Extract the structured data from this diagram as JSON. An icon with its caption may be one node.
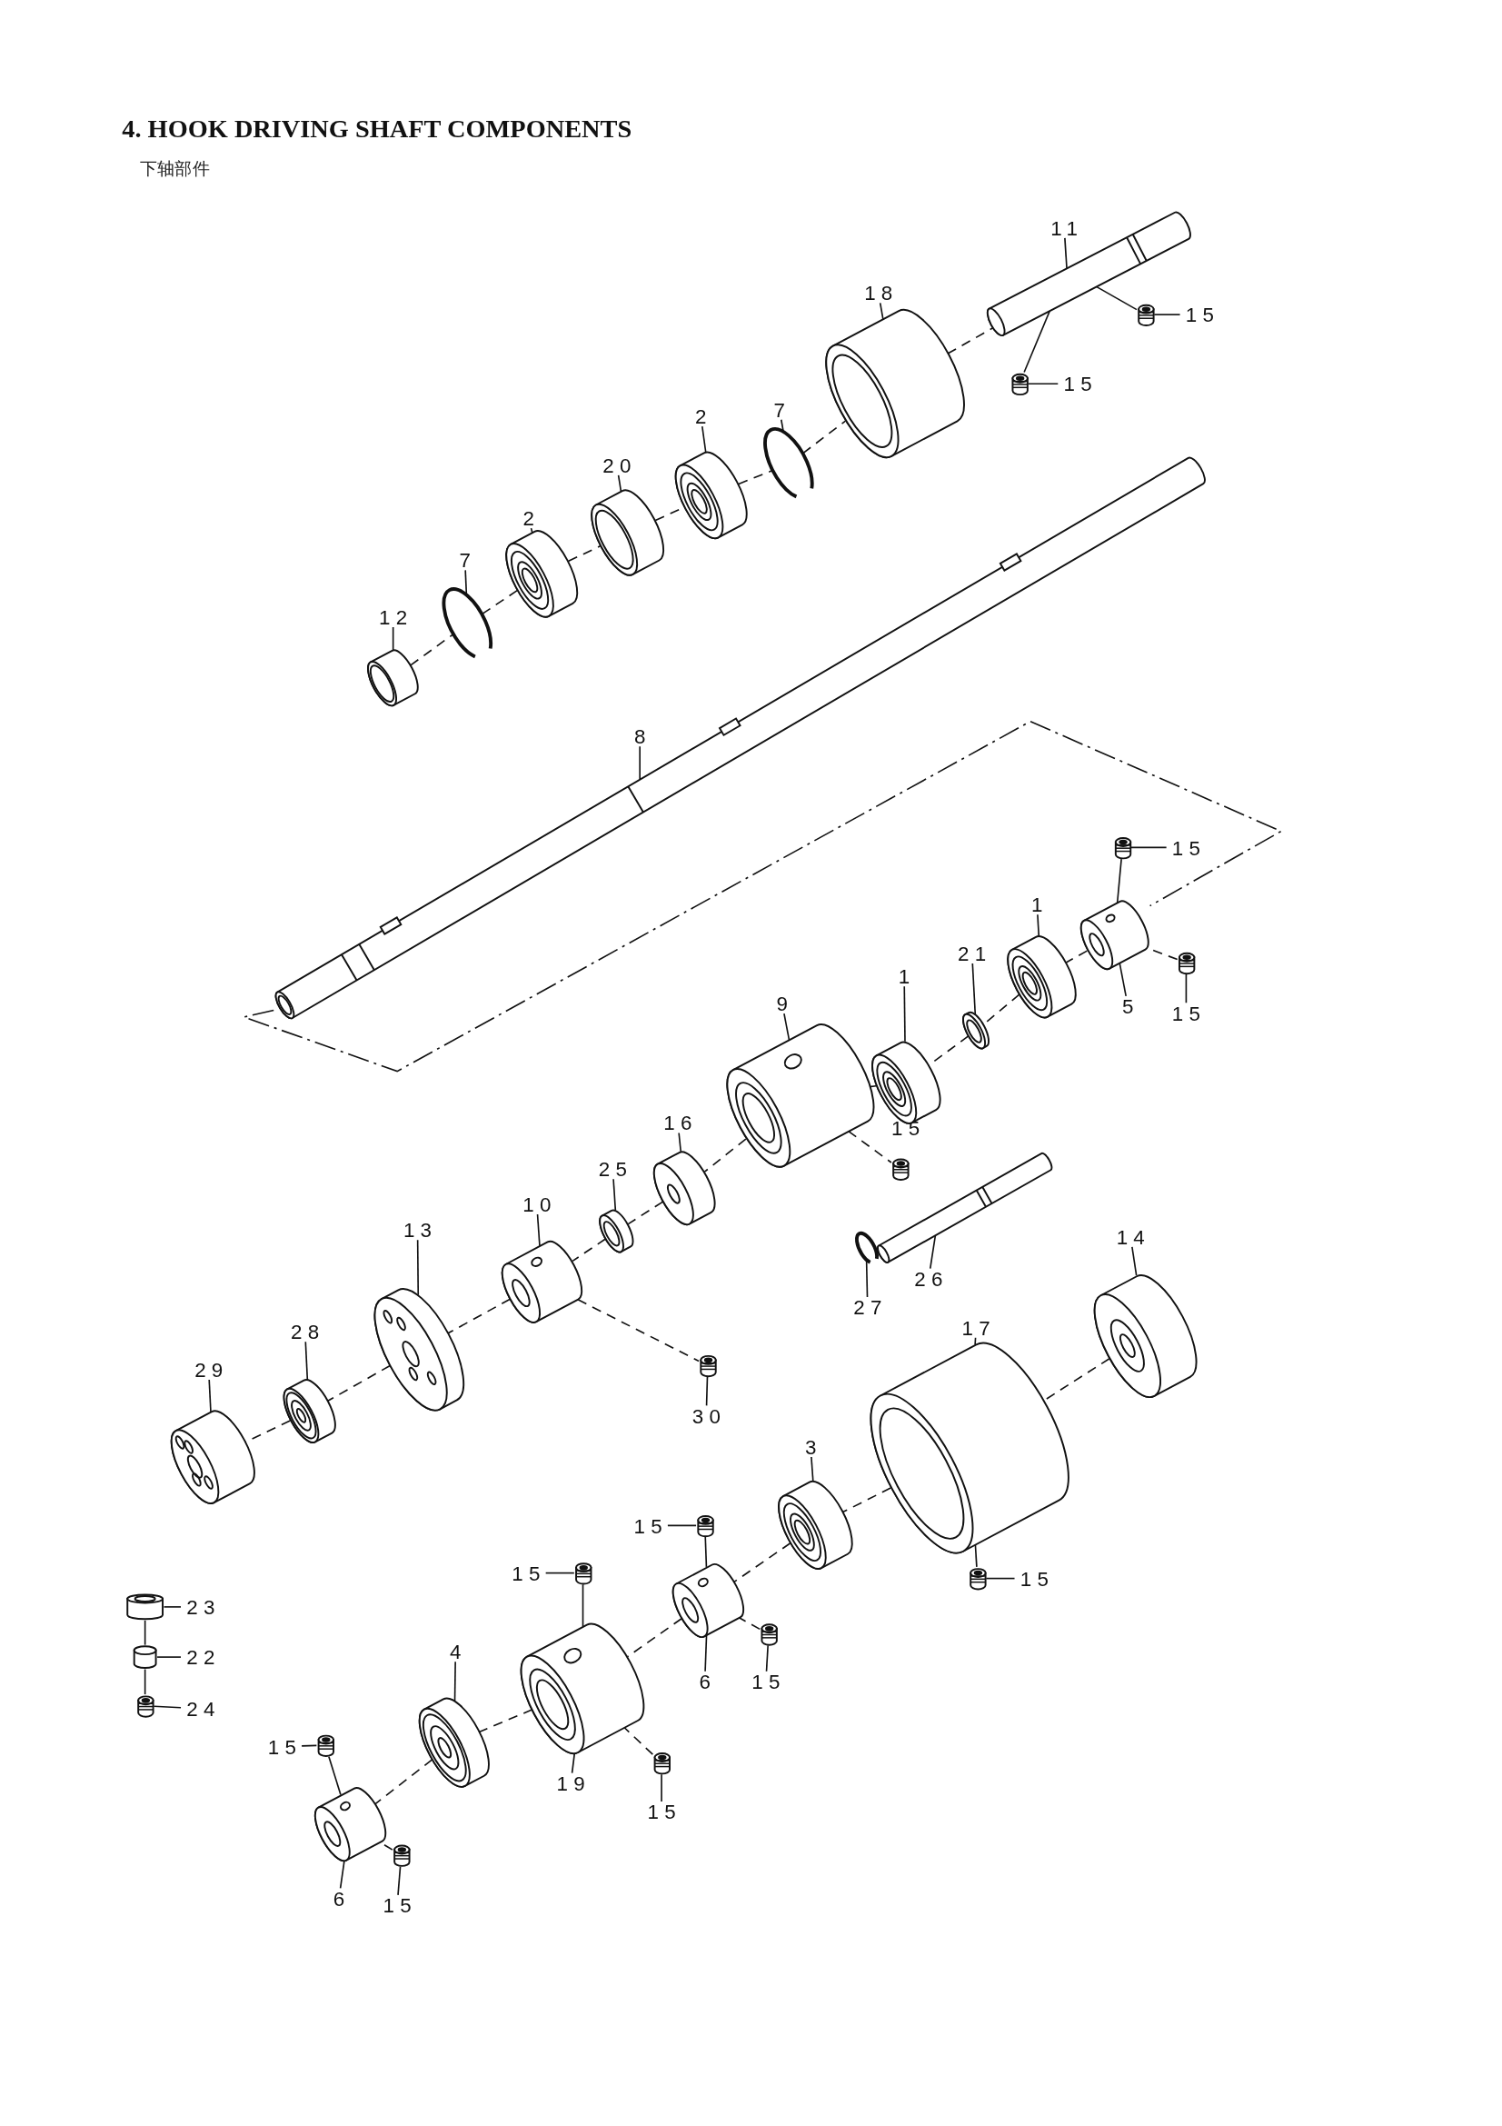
{
  "diagram": {
    "title": "4. HOOK DRIVING SHAFT COMPONENTS",
    "nodes": [
      {
        "text": [
          "11"
        ]
      },
      {
        "text": [],
        "shape": "picture"
      },
      {
        "text": [
          "15"
        ]
      },
      {
        "text": [],
        "shape": "picture"
      },
      {
        "text": [
          "18"
        ]
      },
      {
        "text": [],
        "shape": "picture"
      },
      {
        "text": [
          "15"
        ]
      },
      {
        "text": [],
        "shape": "picture"
      },
      {
        "text": [
          "7"
        ]
      },
      {
        "text": [],
        "shape": "picture"
      },
      {
        "text": [
          "2"
        ]
      },
      {
        "text": [],
        "shape": "picture"
      },
      {
        "text": [
          "20"
        ]
      },
      {
        "text": [],
        "shape": "picture"
      },
      {
        "text": [
          "2"
        ]
      },
      {
        "text": [],
        "shape": "picture"
      },
      {
        "text": [
          "7"
        ]
      },
      {
        "text": [],
        "shape": "picture"
      },
      {
        "text": [
          "12"
        ]
      },
      {
        "text": [],
        "shape": "picture"
      },
      {
        "text": [
          "8"
        ]
      },
      {
        "text": [],
        "shape": "picture"
      },
      {
        "text": [
          "15"
        ]
      },
      {
        "text": [],
        "shape": "picture"
      },
      {
        "text": [
          "1"
        ]
      },
      {
        "text": [],
        "shape": "picture"
      },
      {
        "text": [
          "21"
        ]
      },
      {
        "text": [],
        "shape": "picture"
      },
      {
        "text": [
          "1"
        ]
      },
      {
        "text": [],
        "shape": "picture"
      },
      {
        "text": [
          "5"
        ]
      },
      {
        "text": [],
        "shape": "picture"
      },
      {
        "text": [
          "15"
        ]
      },
      {
        "text": [],
        "shape": "picture"
      },
      {
        "text": [
          "9"
        ]
      },
      {
        "text": [],
        "shape": "picture"
      },
      {
        "text": [
          "16"
        ]
      },
      {
        "text": [],
        "shape": "picture"
      },
      {
        "text": [
          "25"
        ]
      },
      {
        "text": [],
        "shape": "picture"
      },
      {
        "text": [
          "10"
        ]
      },
      {
        "text": [],
        "shape": "picture"
      },
      {
        "text": [
          "30"
        ]
      },
      {
        "text": [],
        "shape": "picture"
      },
      {
        "text": [
          "13"
        ]
      },
      {
        "text": [],
        "shape": "picture"
      },
      {
        "text": [
          "28"
        ]
      },
      {
        "text": [],
        "shape": "picture"
      },
      {
        "text": [
          "29"
        ]
      },
      {
        "text": [],
        "shape": "picture"
      },
      {
        "text": [
          "27"
        ]
      },
      {
        "text": [],
        "shape": "picture"
      },
      {
        "text": [
          "26"
        ]
      },
      {
        "text": [],
        "shape": "picture"
      },
      {
        "text": [
          "14"
        ]
      },
      {
        "text": [],
        "shape": "picture"
      },
      {
        "text": [
          "17"
        ]
      },
      {
        "text": [],
        "shape": "picture"
      },
      {
        "text": [
          "3"
        ]
      },
      {
        "text": [],
        "shape": "picture"
      },
      {
        "text": [
          "15"
        ]
      },
      {
        "text": [],
        "shape": "picture"
      },
      {
        "text": [
          "15"
        ]
      },
      {
        "text": [],
        "shape": "picture"
      },
      {
        "text": [
          "6"
        ]
      },
      {
        "text": [],
        "shape": "picture"
      },
      {
        "text": [
          "15"
        ]
      },
      {
        "text": [],
        "shape": "picture"
      },
      {
        "text": [
          "15"
        ]
      },
      {
        "text": [],
        "shape": "picture"
      },
      {
        "text": [
          "4"
        ]
      },
      {
        "text": [],
        "shape": "picture"
      },
      {
        "text": [
          "19"
        ]
      },
      {
        "text": [],
        "shape": "picture"
      },
      {
        "text": [
          "15"
        ]
      },
      {
        "text": [],
        "shape": "picture"
      },
      {
        "text": [
          "23"
        ]
      },
      {
        "text": [],
        "shape": "cylinder"
      },
      {
        "text": [
          "22"
        ]
      },
      {
        "text": [],
        "shape": "cylinder"
      },
      {
        "text": [
          "24"
        ]
      },
      {
        "text": [],
        "shape": "picture"
      },
      {
        "text": [
          "15"
        ]
      },
      {
        "text": [],
        "shape": "picture"
      },
      {
        "text": [
          "6"
        ]
      },
      {
        "text": [],
        "shape": "picture"
      },
      {
        "text": [
          "15"
        ]
      },
      {
        "text": [],
        "shape": "picture"
      },
      {
        "text": [],
        "shape": "picture"
      }
    ],
    "edges": [
      {
        "from": 0,
        "to": 1,
        "arrow": "none"
      },
      {
        "from": 2,
        "to": 3,
        "arrow": "none"
      },
      {
        "from": 4,
        "to": 5,
        "arrow": "none"
      },
      {
        "from": 6,
        "to": 7,
        "arrow": "none"
      },
      {
        "from": 8,
        "to": 9,
        "arrow": "none"
      },
      {
        "from": 10,
        "to": 11,
        "arrow": "none"
      },
      {
        "from": 12,
        "to": 13,
        "arrow": "none"
      },
      {
        "from": 14,
        "to": 15,
        "arrow": "none"
      },
      {
        "from": 16,
        "to": 17,
        "arrow": "none"
      },
      {
        "from": 18,
        "to": 19,
        "arrow": "none"
      },
      {
        "from": 20,
        "to": 21,
        "arrow": "none"
      },
      {
        "from": 22,
        "to": 23,
        "arrow": "none"
      },
      {
        "from": 24,
        "to": 25,
        "arrow": "none"
      },
      {
        "from": 26,
        "to": 27,
        "arrow": "none"
      },
      {
        "from": 28,
        "to": 29,
        "arrow": "none"
      },
      {
        "from": 30,
        "to": 31,
        "arrow": "none"
      },
      {
        "from": 32,
        "to": 33,
        "arrow": "none"
      },
      {
        "from": 34,
        "to": 35,
        "arrow": "none"
      },
      {
        "from": 36,
        "to": 37,
        "arrow": "none"
      },
      {
        "from": 38,
        "to": 39,
        "arrow": "none"
      },
      {
        "from": 40,
        "to": 41,
        "arrow": "none"
      },
      {
        "from": 42,
        "to": 43,
        "arrow": "none"
      },
      {
        "from": 44,
        "to": 45,
        "arrow": "none"
      },
      {
        "from": 46,
        "to": 47,
        "arrow": "none"
      },
      {
        "from": 48,
        "to": 49,
        "arrow": "none"
      },
      {
        "from": 50,
        "to": 51,
        "arrow": "none"
      },
      {
        "from": 52,
        "to": 53,
        "arrow": "none"
      },
      {
        "from": 54,
        "to": 55,
        "arrow": "none"
      },
      {
        "from": 56,
        "to": 57,
        "arrow": "none"
      },
      {
        "from": 58,
        "to": 59,
        "arrow": "none"
      },
      {
        "from": 60,
        "to": 61,
        "arrow": "none"
      },
      {
        "from": 62,
        "to": 63,
        "arrow": "none"
      },
      {
        "from": 64,
        "to": 65,
        "arrow": "none"
      },
      {
        "from": 66,
        "to": 67,
        "arrow": "none"
      },
      {
        "from": 68,
        "to": 69,
        "arrow": "none"
      },
      {
        "from": 70,
        "to": 71,
        "arrow": "none"
      },
      {
        "from": 72,
        "to": 73,
        "arrow": "none"
      },
      {
        "from": 74,
        "to": 75,
        "arrow": "none"
      },
      {
        "from": 76,
        "to": 77,
        "arrow": "none"
      },
      {
        "from": 78,
        "to": 79,
        "arrow": "none"
      },
      {
        "from": 80,
        "to": 81,
        "arrow": "none"
      },
      {
        "from": 82,
        "to": 83,
        "arrow": "none"
      },
      {
        "from": 84,
        "to": 85,
        "arrow": "none"
      },
      {
        "from": 86,
        "to": 87,
        "arrow": "none"
      },
      {
        "from": 19,
        "to": 17,
        "arrow": "none",
        "style": "dashed"
      },
      {
        "from": 17,
        "to": 15,
        "arrow": "none",
        "style": "dashed"
      },
      {
        "from": 15,
        "to": 13,
        "arrow": "none",
        "style": "dashed"
      },
      {
        "from": 13,
        "to": 11,
        "arrow": "none",
        "style": "dashed"
      },
      {
        "from": 11,
        "to": 9,
        "arrow": "none",
        "style": "dashed"
      },
      {
        "from": 9,
        "to": 5,
        "arrow": "none",
        "style": "dashed"
      },
      {
        "from": 5,
        "to": 1,
        "arrow": "none",
        "style": "dashed"
      },
      {
        "from": 3,
        "to": 1,
        "arrow": "none"
      },
      {
        "from": 7,
        "to": 1,
        "arrow": "none"
      },
      {
        "from": 21,
        "to": 31,
        "arrow": "none",
        "style": "dashed"
      },
      {
        "from": 23,
        "to": 31,
        "arrow": "none"
      },
      {
        "from": 33,
        "to": 31,
        "arrow": "none",
        "style": "dashed"
      },
      {
        "from": 31,
        "to": 25,
        "arrow": "none",
        "style": "dashed"
      },
      {
        "from": 25,
        "to": 27,
        "arrow": "none",
        "style": "dashed"
      },
      {
        "from": 27,
        "to": 29,
        "arrow": "none",
        "style": "dashed"
      },
      {
        "from": 29,
        "to": 35,
        "arrow": "none",
        "style": "dashed"
      },
      {
        "from": 35,
        "to": 88,
        "arrow": "none",
        "style": "dashed"
      },
      {
        "from": 35,
        "to": 37,
        "arrow": "none",
        "style": "dashed"
      },
      {
        "from": 37,
        "to": 39,
        "arrow": "none",
        "style": "dashed"
      },
      {
        "from": 39,
        "to": 41,
        "arrow": "none",
        "style": "dashed"
      },
      {
        "from": 41,
        "to": 43,
        "arrow": "none",
        "style": "dashed"
      },
      {
        "from": 41,
        "to": 45,
        "arrow": "none",
        "style": "dashed"
      },
      {
        "from": 45,
        "to": 47,
        "arrow": "none",
        "style": "dashed"
      },
      {
        "from": 47,
        "to": 49,
        "arrow": "none",
        "style": "dashed"
      },
      {
        "from": 55,
        "to": 57,
        "arrow": "none",
        "style": "dashed"
      },
      {
        "from": 57,
        "to": 59,
        "arrow": "none",
        "style": "dashed"
      },
      {
        "from": 59,
        "to": 65,
        "arrow": "none",
        "style": "dashed"
      },
      {
        "from": 61,
        "to": 57,
        "arrow": "none"
      },
      {
        "from": 63,
        "to": 65,
        "arrow": "none"
      },
      {
        "from": 67,
        "to": 65,
        "arrow": "none",
        "style": "dashed"
      },
      {
        "from": 65,
        "to": 73,
        "arrow": "none",
        "style": "dashed"
      },
      {
        "from": 69,
        "to": 73,
        "arrow": "none"
      },
      {
        "from": 75,
        "to": 73,
        "arrow": "none",
        "style": "dashed"
      },
      {
        "from": 73,
        "to": 71,
        "arrow": "none",
        "style": "dashed"
      },
      {
        "from": 71,
        "to": 85,
        "arrow": "none",
        "style": "dashed"
      },
      {
        "from": 83,
        "to": 85,
        "arrow": "none"
      },
      {
        "from": 87,
        "to": 85,
        "arrow": "none",
        "style": "dashed"
      },
      {
        "from": 77,
        "to": 79,
        "arrow": "none"
      },
      {
        "from": 79,
        "to": 81,
        "arrow": "none"
      }
    ],
    "labels": [
      "下轴部件",
      "15"
    ]
  }
}
